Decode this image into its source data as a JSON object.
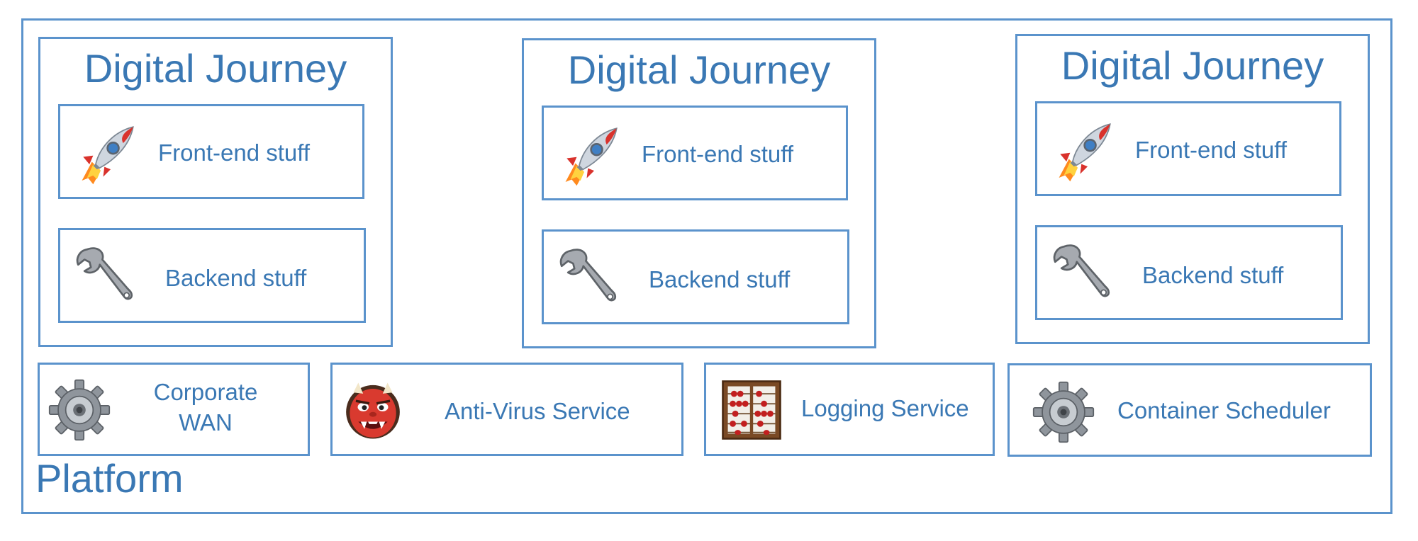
{
  "platform": {
    "label": "Platform"
  },
  "journeys": [
    {
      "title": "Digital Journey",
      "frontend": "Front-end stuff",
      "backend": "Backend stuff"
    },
    {
      "title": "Digital Journey",
      "frontend": "Front-end stuff",
      "backend": "Backend stuff"
    },
    {
      "title": "Digital Journey",
      "frontend": "Front-end stuff",
      "backend": "Backend stuff"
    }
  ],
  "services": [
    {
      "label_line1": "Corporate",
      "label_line2": "WAN",
      "icon": "gear-icon"
    },
    {
      "label": "Anti-Virus Service",
      "icon": "ogre-mask-icon"
    },
    {
      "label": "Logging Service",
      "icon": "abacus-icon"
    },
    {
      "label": "Container Scheduler",
      "icon": "gear-icon"
    }
  ],
  "icons": {
    "frontend": "rocket-icon",
    "backend": "wrench-icon"
  },
  "colors": {
    "border": "#5b93cc",
    "text": "#3a78b4"
  }
}
